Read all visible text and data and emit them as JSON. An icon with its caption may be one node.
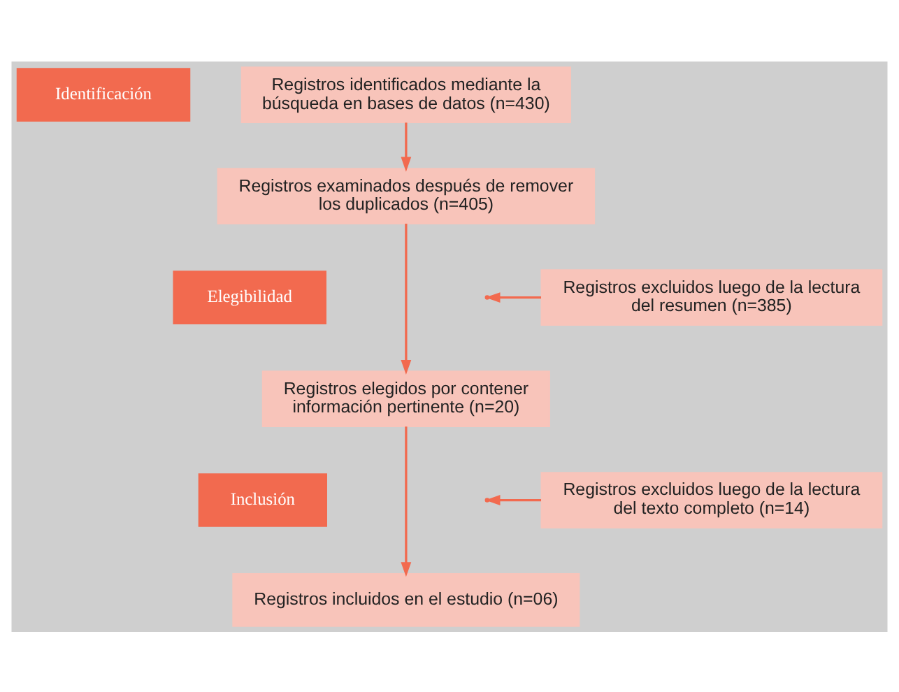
{
  "diagram": {
    "nodes": [
      {
        "text": [
          "Identificación"
        ]
      },
      {
        "text": [
          "Registros identificados mediante la búsqueda en bases de datos (n=430)"
        ]
      },
      {
        "text": [
          "Registros examinados después de remover los duplicados (n=405)"
        ]
      },
      {
        "text": [
          "Elegibilidad"
        ]
      },
      {
        "text": [
          "Registros excluidos luego de la lectura del resumen (n=385)"
        ]
      },
      {
        "text": [
          "Registros elegidos por contener información pertinente (n=20)"
        ]
      },
      {
        "text": [
          "Inclusión"
        ]
      },
      {
        "text": [
          "Registros excluidos luego de la lectura del texto completo (n=14)"
        ]
      },
      {
        "text": [
          "Registros incluidos en el estudio (n=06)"
        ]
      }
    ],
    "edges": [
      {
        "from": 1,
        "to": 2,
        "arrow": "to"
      },
      {
        "from": 2,
        "to": 5,
        "arrow": "to"
      },
      {
        "from": 4,
        "to": null,
        "arrow": "to"
      },
      {
        "from": 5,
        "to": 8,
        "arrow": "to"
      },
      {
        "from": 7,
        "to": null,
        "arrow": "to"
      }
    ]
  }
}
